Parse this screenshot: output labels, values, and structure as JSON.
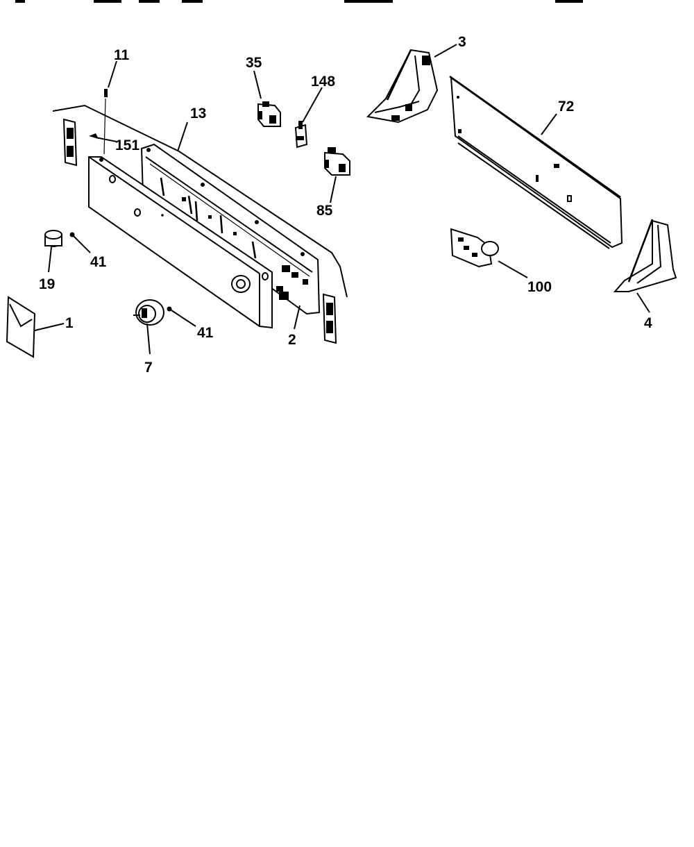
{
  "diagram": {
    "labels": {
      "p1": "1",
      "p2": "2",
      "p3": "3",
      "p4": "4",
      "p7": "7",
      "p11": "11",
      "p13": "13",
      "p19": "19",
      "p35": "35",
      "p41a": "41",
      "p41b": "41",
      "p72": "72",
      "p85": "85",
      "p100": "100",
      "p148": "148",
      "p151": "151"
    }
  }
}
